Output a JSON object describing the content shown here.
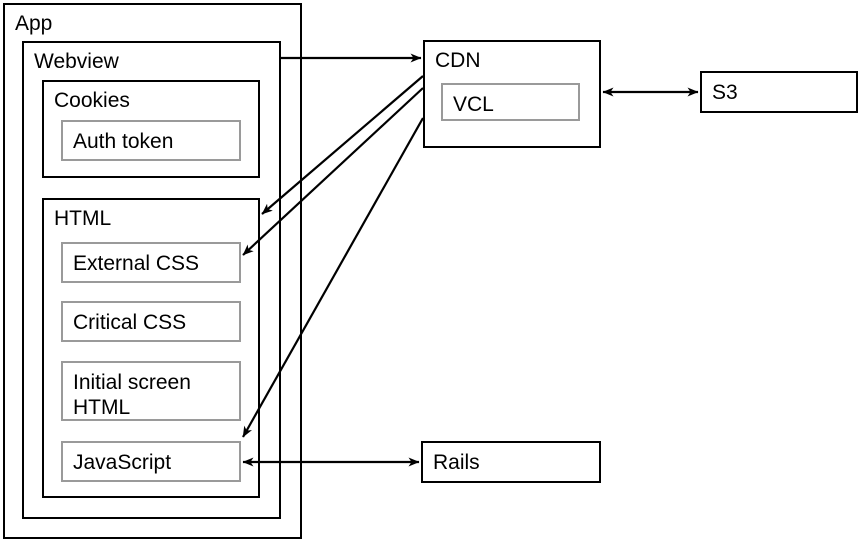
{
  "diagram": {
    "title": "App architecture diagram",
    "stroke_outer": "#000000",
    "stroke_inner": "#9a9a9a",
    "background": "#ffffff",
    "nodes": {
      "app": {
        "label": "App"
      },
      "webview": {
        "label": "Webview"
      },
      "cookies": {
        "label": "Cookies"
      },
      "auth_token": {
        "label": "Auth token"
      },
      "html": {
        "label": "HTML"
      },
      "external_css": {
        "label": "External CSS"
      },
      "critical_css": {
        "label": "Critical CSS"
      },
      "initial_screen_html": {
        "label": "Initial screen\nHTML"
      },
      "javascript": {
        "label": "JavaScript"
      },
      "cdn": {
        "label": "CDN"
      },
      "vcl": {
        "label": "VCL"
      },
      "s3": {
        "label": "S3"
      },
      "rails": {
        "label": "Rails"
      }
    },
    "edges": [
      {
        "id": "webview-to-cdn",
        "from": "webview",
        "to": "cdn",
        "direction": "forward"
      },
      {
        "id": "cdn-to-html",
        "from": "cdn",
        "to": "html",
        "direction": "forward"
      },
      {
        "id": "cdn-to-external-css",
        "from": "cdn",
        "to": "external_css",
        "direction": "forward"
      },
      {
        "id": "cdn-to-javascript",
        "from": "cdn",
        "to": "javascript",
        "direction": "forward"
      },
      {
        "id": "cdn-to-s3",
        "from": "cdn",
        "to": "s3",
        "direction": "both"
      },
      {
        "id": "javascript-to-rails",
        "from": "javascript",
        "to": "rails",
        "direction": "both"
      }
    ]
  }
}
